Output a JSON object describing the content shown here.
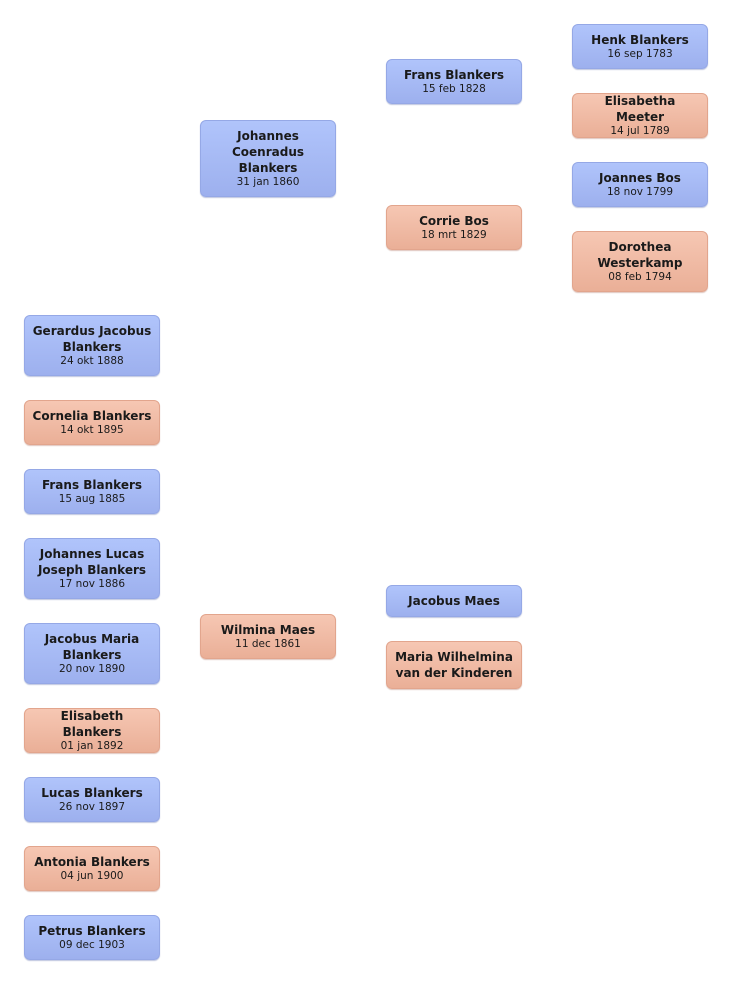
{
  "children": [
    {
      "name": "Gerardus Jacobus Blankers",
      "date": "24 okt 1888",
      "sex": "m"
    },
    {
      "name": "Cornelia Blankers",
      "date": "14 okt 1895",
      "sex": "f"
    },
    {
      "name": "Frans Blankers",
      "date": "15 aug 1885",
      "sex": "m"
    },
    {
      "name": "Johannes Lucas Joseph Blankers",
      "date": "17 nov 1886",
      "sex": "m"
    },
    {
      "name": "Jacobus Maria Blankers",
      "date": "20 nov 1890",
      "sex": "m"
    },
    {
      "name": "Elisabeth Blankers",
      "date": "01 jan 1892",
      "sex": "f"
    },
    {
      "name": "Lucas Blankers",
      "date": "26 nov 1897",
      "sex": "m"
    },
    {
      "name": "Antonia Blankers",
      "date": "04 jun 1900",
      "sex": "f"
    },
    {
      "name": "Petrus Blankers",
      "date": "09 dec 1903",
      "sex": "m"
    }
  ],
  "parents": [
    {
      "name": "Johannes Coenradus Blankers",
      "date": "31 jan 1860",
      "sex": "m"
    },
    {
      "name": "Wilmina Maes",
      "date": "11 dec 1861",
      "sex": "f"
    }
  ],
  "grandparents": [
    {
      "name": "Frans Blankers",
      "date": "15 feb 1828",
      "sex": "m"
    },
    {
      "name": "Corrie Bos",
      "date": "18 mrt 1829",
      "sex": "f"
    },
    {
      "name": "Jacobus Maes",
      "date": "",
      "sex": "m"
    },
    {
      "name": "Maria Wilhelmina van der Kinderen",
      "date": "",
      "sex": "f"
    }
  ],
  "great_grandparents": [
    {
      "name": "Henk Blankers",
      "date": "16 sep 1783",
      "sex": "m"
    },
    {
      "name": "Elisabetha Meeter",
      "date": "14 jul 1789",
      "sex": "f"
    },
    {
      "name": "Joannes Bos",
      "date": "18 nov 1799",
      "sex": "m"
    },
    {
      "name": "Dorothea Westerkamp",
      "date": "08 feb 1794",
      "sex": "f"
    }
  ]
}
